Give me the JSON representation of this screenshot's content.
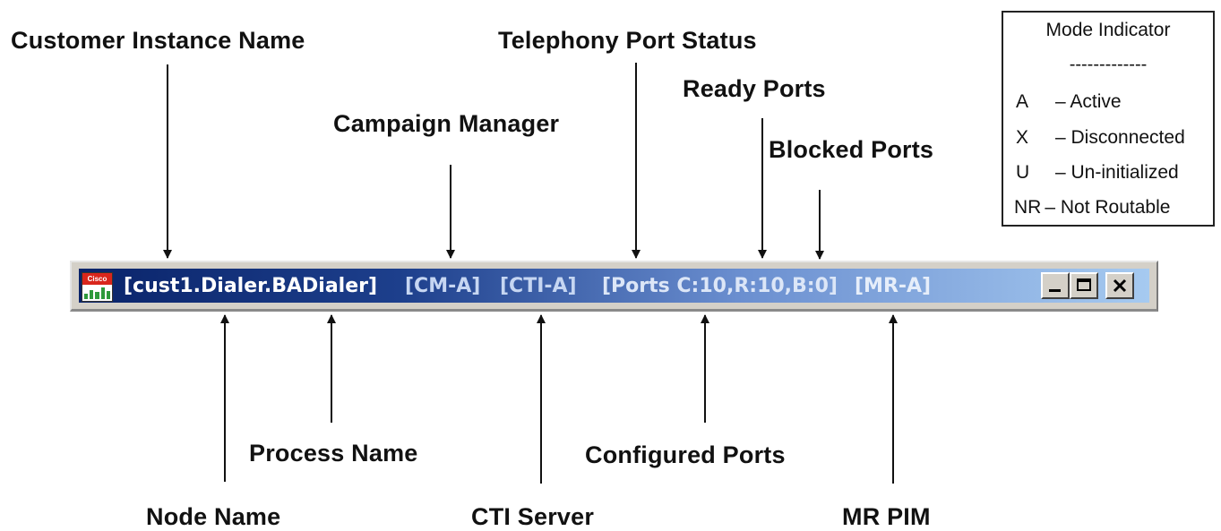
{
  "callouts": {
    "customer_instance_name": "Customer Instance Name",
    "telephony_port_status": "Telephony Port Status",
    "ready_ports": "Ready Ports",
    "campaign_manager": "Campaign Manager",
    "blocked_ports": "Blocked Ports",
    "node_name": "Node Name",
    "process_name": "Process Name",
    "cti_server": "CTI Server",
    "configured_ports": "Configured Ports",
    "mr_pim": "MR PIM"
  },
  "titlebar": {
    "icon_text": "Cisco",
    "segments": {
      "instance": "[cust1.Dialer.BADialer]",
      "cm": "[CM-A]",
      "cti": "[CTI-A]",
      "ports": "[Ports C:10,R:10,B:0]",
      "mr": "[MR-A]"
    },
    "colors": {
      "gradient_start": "#0a246a",
      "gradient_end": "#a6caf0",
      "text_bright": "#ffffff",
      "text_muted": "#c6d6f2"
    }
  },
  "legend": {
    "title": "Mode Indicator",
    "separator": "-------------",
    "items": [
      {
        "code": "A",
        "desc": "– Active"
      },
      {
        "code": "X",
        "desc": "– Disconnected"
      },
      {
        "code": "U",
        "desc": "– Un-initialized"
      },
      {
        "code": "NR",
        "desc": "– Not Routable"
      }
    ]
  },
  "icons": {
    "minimize": "minimize-icon",
    "maximize": "maximize-icon",
    "close": "close-icon",
    "app": "cisco-app-icon"
  }
}
